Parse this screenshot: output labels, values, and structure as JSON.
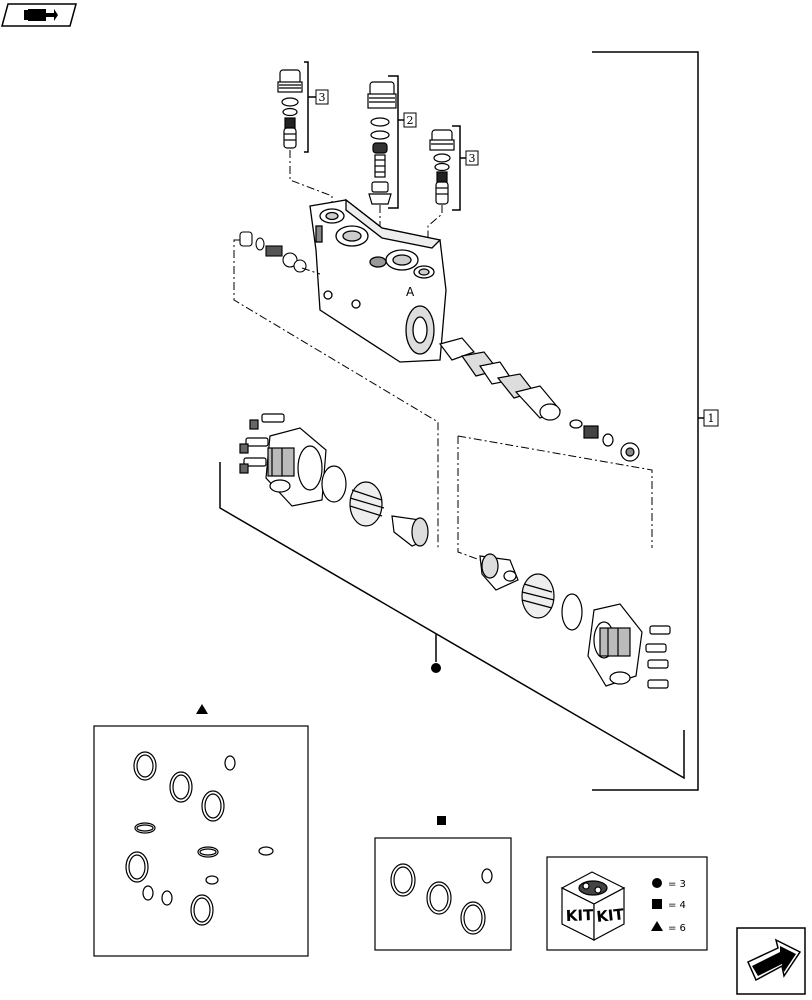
{
  "nav": {
    "top_icon": "book-arrow-icon",
    "bottom_icon": "next-page-arrow-icon"
  },
  "callouts": {
    "main_assembly": "1",
    "relief_valve_left": "3",
    "center_valve": "2",
    "relief_valve_right": "3"
  },
  "kit_legend": {
    "kit_label_left": "KIT",
    "kit_label_right": "KIT",
    "rows": [
      {
        "symbol": "circle",
        "text": "= 3"
      },
      {
        "symbol": "square",
        "text": "= 4"
      },
      {
        "symbol": "triangle",
        "text": "= 6"
      }
    ]
  },
  "colors": {
    "ink": "#000000",
    "background": "#ffffff"
  }
}
